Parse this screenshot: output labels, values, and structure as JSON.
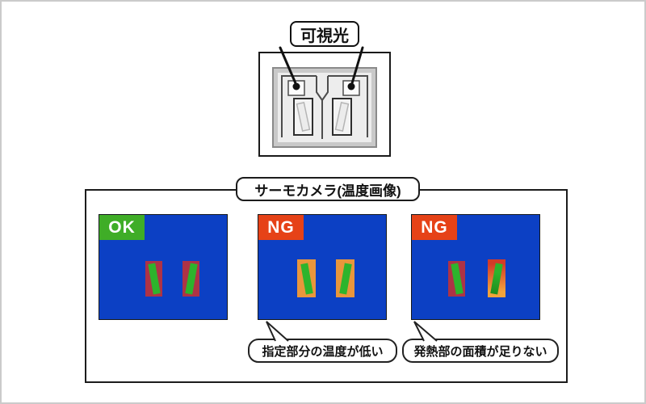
{
  "labels": {
    "visible_light": "可視光",
    "thermal_camera": "サーモカメラ(温度画像)"
  },
  "colors": {
    "thermal_background": "#0c40c4",
    "ok_green": "#3fad27",
    "ng_red": "#e64217",
    "pad_hot_red": "#ae3346",
    "pad_warm_orange": "#e9963c",
    "pad_gradient_top": "#d33b28",
    "pad_gradient_bottom": "#f1a33b",
    "heater_bar_green": "#2db42c"
  },
  "thermal_images": [
    {
      "badge": "OK",
      "badge_style": "background:#3fad27",
      "bg_style": "background:#0c40c4",
      "pads": [
        {
          "style": "background:#ae3346",
          "bar_style": "background:#2db42c"
        },
        {
          "style": "background:#ae3346",
          "bar_style": "background:#2db42c"
        }
      ]
    },
    {
      "badge": "NG",
      "badge_style": "background:#e64217",
      "bg_style": "background:#0c40c4",
      "pads": [
        {
          "style": "background:#e9963c",
          "bar_style": "background:#2db42c"
        },
        {
          "style": "background:#e9963c",
          "bar_style": "background:#2db42c"
        }
      ]
    },
    {
      "badge": "NG",
      "badge_style": "background:#e64217",
      "bg_style": "background:#0c40c4",
      "pads": [
        {
          "style": "background:#ae3346",
          "bar_style": "background:#2db42c"
        },
        {
          "style": "background:linear-gradient(180deg,#d33b28 12%,#f1a33b 85%)",
          "bar_style": "background:linear-gradient(180deg,#2db42c 30%,#1e8c1e 100%)"
        }
      ]
    }
  ],
  "callouts": [
    {
      "text": "指定部分の温度が低い"
    },
    {
      "text": "発熱部の面積が足りない"
    }
  ]
}
